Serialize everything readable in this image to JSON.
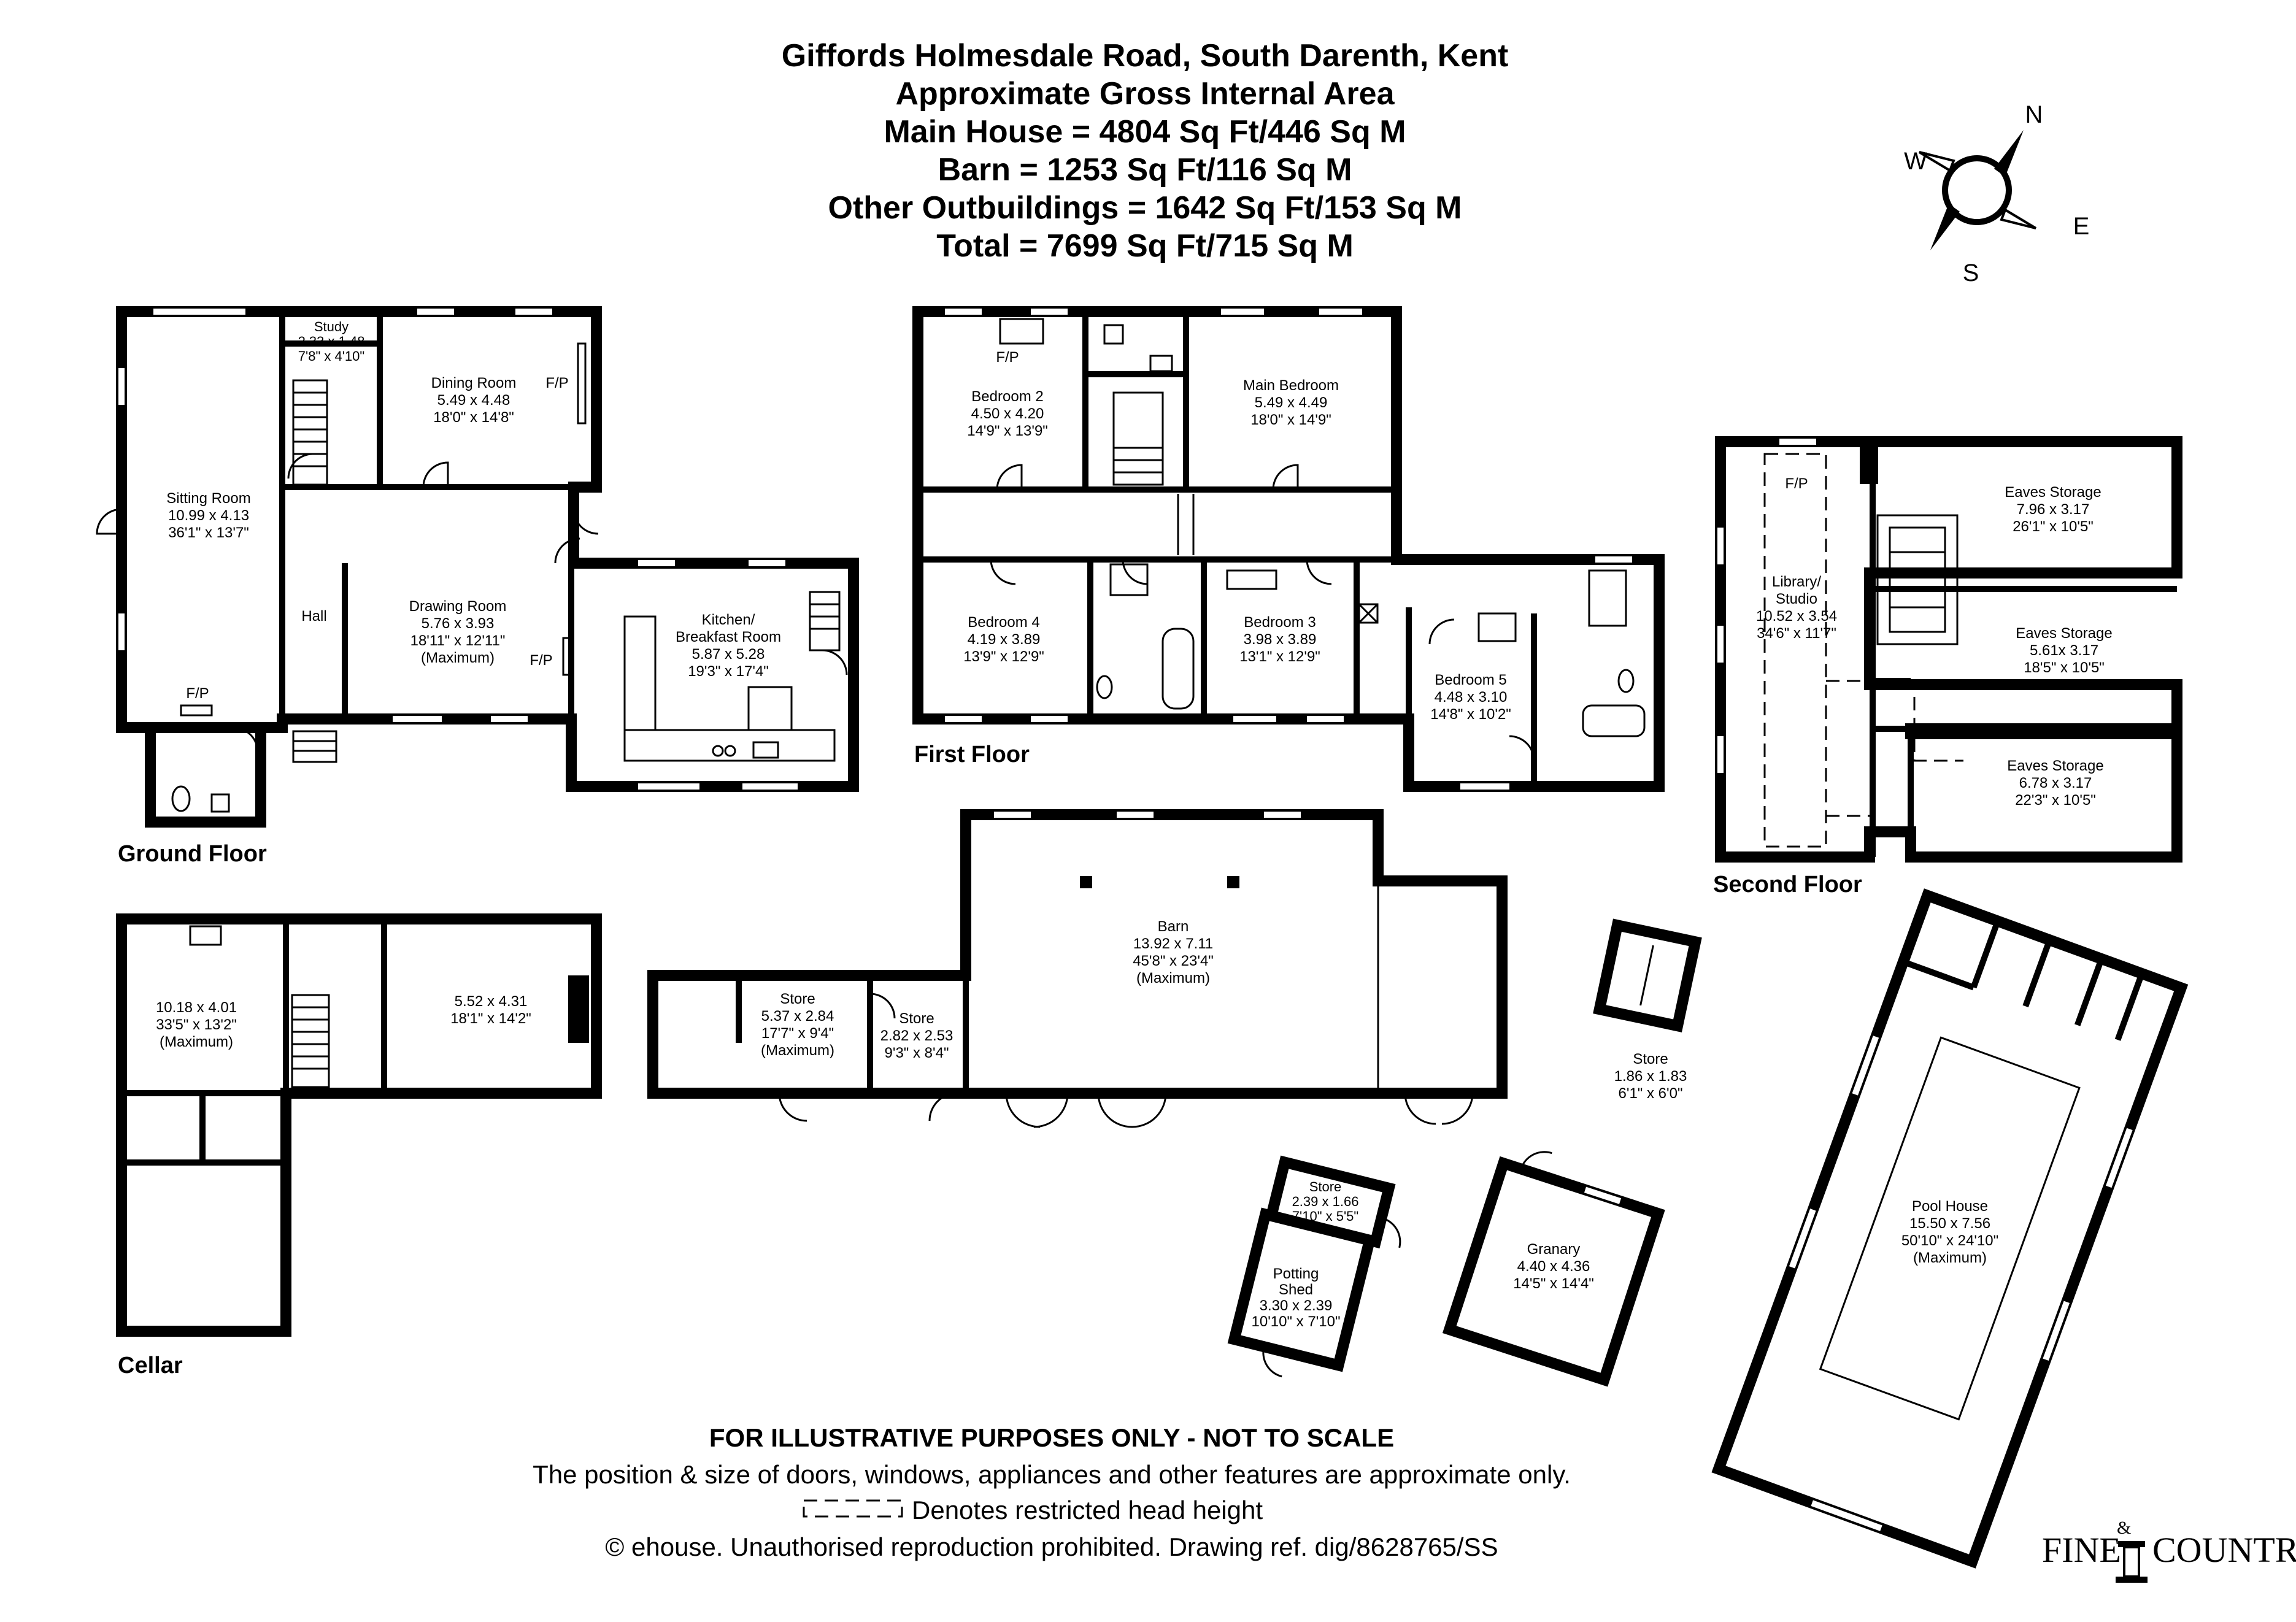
{
  "header": {
    "title": "Giffords Holmesdale Road, South Darenth, Kent",
    "subtitle": "Approximate Gross Internal Area",
    "main_house": "Main House = 4804 Sq Ft/446 Sq M",
    "barn": "Barn = 1253 Sq Ft/116 Sq M",
    "outbuildings": "Other Outbuildings = 1642 Sq Ft/153 Sq M",
    "total": "Total = 7699 Sq Ft/715 Sq M"
  },
  "compass": {
    "n": "N",
    "e": "E",
    "s": "S",
    "w": "W"
  },
  "floors": {
    "ground": "Ground Floor",
    "first": "First Floor",
    "second": "Second Floor",
    "cellar": "Cellar"
  },
  "rooms": {
    "study": {
      "name": "Study",
      "metric": "2.33 x 1.48",
      "imperial": "7'8\" x 4'10\""
    },
    "dining": {
      "name": "Dining Room",
      "metric": "5.49 x 4.48",
      "imperial": "18'0\" x 14'8\"",
      "fp": "F/P"
    },
    "sitting": {
      "name": "Sitting Room",
      "metric": "10.99 x 4.13",
      "imperial": "36'1\" x 13'7\"",
      "fp": "F/P"
    },
    "hall": {
      "name": "Hall"
    },
    "drawing": {
      "name": "Drawing Room",
      "metric": "5.76 x 3.93",
      "imperial": "18'11\" x 12'11\"",
      "note": "(Maximum)",
      "fp": "F/P"
    },
    "kitchen": {
      "name": "Kitchen/",
      "name2": "Breakfast Room",
      "metric": "5.87 x 5.28",
      "imperial": "19'3\" x 17'4\""
    },
    "bed2": {
      "name": "Bedroom 2",
      "metric": "4.50 x 4.20",
      "imperial": "14'9\" x 13'9\"",
      "fp": "F/P"
    },
    "main_bed": {
      "name": "Main Bedroom",
      "metric": "5.49 x 4.49",
      "imperial": "18'0\" x 14'9\""
    },
    "bed4": {
      "name": "Bedroom 4",
      "metric": "4.19 x 3.89",
      "imperial": "13'9\" x 12'9\""
    },
    "bed3": {
      "name": "Bedroom 3",
      "metric": "3.98 x 3.89",
      "imperial": "13'1\" x 12'9\""
    },
    "bed5": {
      "name": "Bedroom 5",
      "metric": "4.48 x 3.10",
      "imperial": "14'8\" x 10'2\""
    },
    "library": {
      "name": "Library/",
      "name2": "Studio",
      "metric": "10.52 x 3.54",
      "imperial": "34'6\" x 11'7\"",
      "fp": "F/P"
    },
    "eaves1": {
      "name": "Eaves Storage",
      "metric": "7.96 x 3.17",
      "imperial": "26'1\" x 10'5\""
    },
    "eaves2": {
      "name": "Eaves Storage",
      "metric": "5.61x 3.17",
      "imperial": "18'5\" x 10'5\""
    },
    "eaves3": {
      "name": "Eaves Storage",
      "metric": "6.78 x 3.17",
      "imperial": "22'3\" x 10'5\""
    },
    "cellar1": {
      "metric": "10.18 x 4.01",
      "imperial": "33'5\" x 13'2\"",
      "note": "(Maximum)"
    },
    "cellar2": {
      "metric": "5.52 x 4.31",
      "imperial": "18'1\" x 14'2\""
    },
    "store_a": {
      "name": "Store",
      "metric": "5.37 x 2.84",
      "imperial": "17'7\" x 9'4\"",
      "note": "(Maximum)"
    },
    "store_b": {
      "name": "Store",
      "metric": "2.82 x 2.53",
      "imperial": "9'3\" x 8'4\""
    },
    "barn": {
      "name": "Barn",
      "metric": "13.92 x 7.11",
      "imperial": "45'8\" x 23'4\"",
      "note": "(Maximum)"
    },
    "store_c": {
      "name": "Store",
      "metric": "1.86 x 1.83",
      "imperial": "6'1\" x 6'0\""
    },
    "store_d": {
      "name": "Store",
      "metric": "2.39 x 1.66",
      "imperial": "7'10\" x 5'5\""
    },
    "potting": {
      "name": "Potting",
      "name2": "Shed",
      "metric": "3.30 x 2.39",
      "imperial": "10'10\" x 7'10\""
    },
    "granary": {
      "name": "Granary",
      "metric": "4.40 x 4.36",
      "imperial": "14'5\" x 14'4\""
    },
    "pool": {
      "name": "Pool House",
      "metric": "15.50 x 7.56",
      "imperial": "50'10\" x 24'10\"",
      "note": "(Maximum)"
    }
  },
  "footer": {
    "disclaimer": "FOR ILLUSTRATIVE PURPOSES ONLY - NOT TO SCALE",
    "position_note": "The position & size of doors, windows, appliances and other features are approximate only.",
    "legend": "Denotes restricted head height",
    "copyright": "© ehouse. Unauthorised reproduction prohibited. Drawing ref. dig/8628765/SS"
  },
  "logo": {
    "text_left": "FINE",
    "amp": "&",
    "text_right": "COUNTRY"
  }
}
